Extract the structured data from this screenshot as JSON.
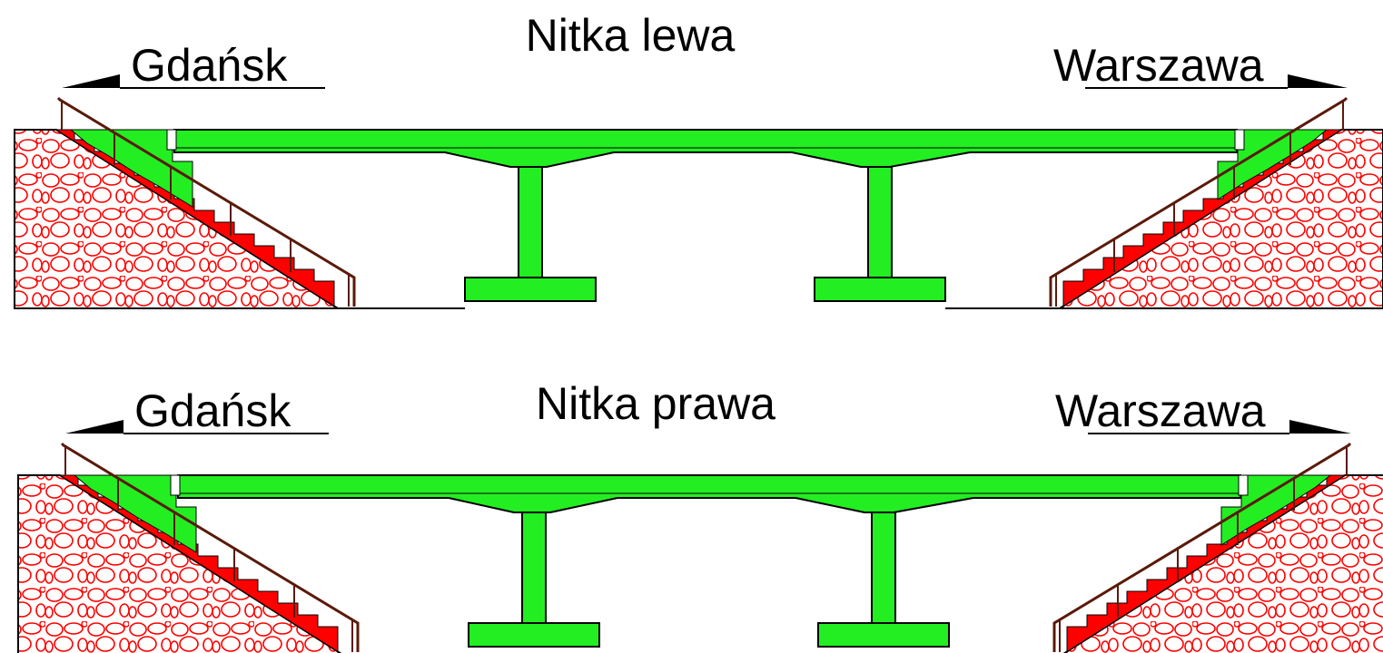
{
  "colors": {
    "deck": "#22ee22",
    "embankment": "#ff0000",
    "stairs": "#ff0000",
    "railing": "#5a1a0a",
    "outline": "#000000",
    "background": "#ffffff"
  },
  "icons": [
    "arrow-left-icon",
    "arrow-right-icon",
    "embankment-hatch",
    "stair-icon",
    "pier-icon"
  ],
  "diagrams": [
    {
      "title": "Nitka lewa",
      "left_direction": "Gdańsk",
      "right_direction": "Warszawa"
    },
    {
      "title": "Nitka prawa",
      "left_direction": "Gdańsk",
      "right_direction": "Warszawa"
    }
  ]
}
